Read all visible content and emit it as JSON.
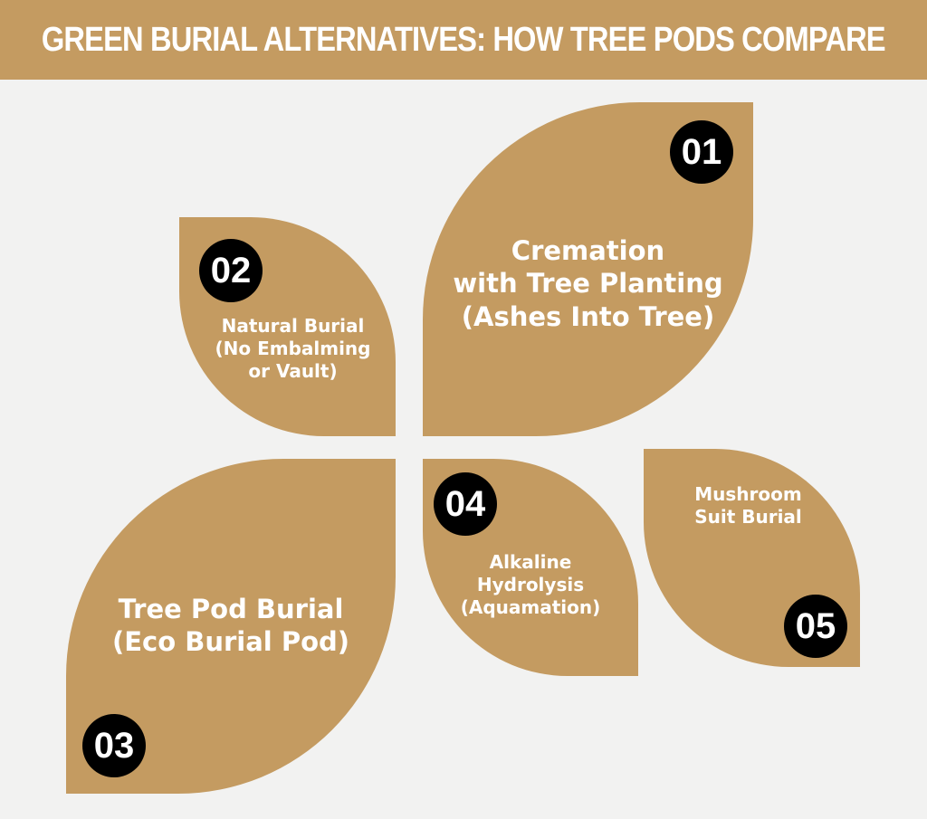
{
  "title": "GREEN BURIAL ALTERNATIVES: HOW TREE PODS COMPARE",
  "colors": {
    "accent": "#c49b61",
    "badge": "#000000",
    "background": "#f2f2f1"
  },
  "items": [
    {
      "number": "01",
      "lines": [
        "Cremation",
        "with Tree Planting",
        "(Ashes Into Tree)"
      ]
    },
    {
      "number": "02",
      "lines": [
        "Natural Burial",
        "(No Embalming",
        "or Vault)"
      ]
    },
    {
      "number": "03",
      "lines": [
        "Tree Pod Burial",
        "(Eco Burial Pod)"
      ]
    },
    {
      "number": "04",
      "lines": [
        "Alkaline",
        "Hydrolysis",
        "(Aquamation)"
      ]
    },
    {
      "number": "05",
      "lines": [
        "Mushroom",
        "Suit Burial"
      ]
    }
  ]
}
